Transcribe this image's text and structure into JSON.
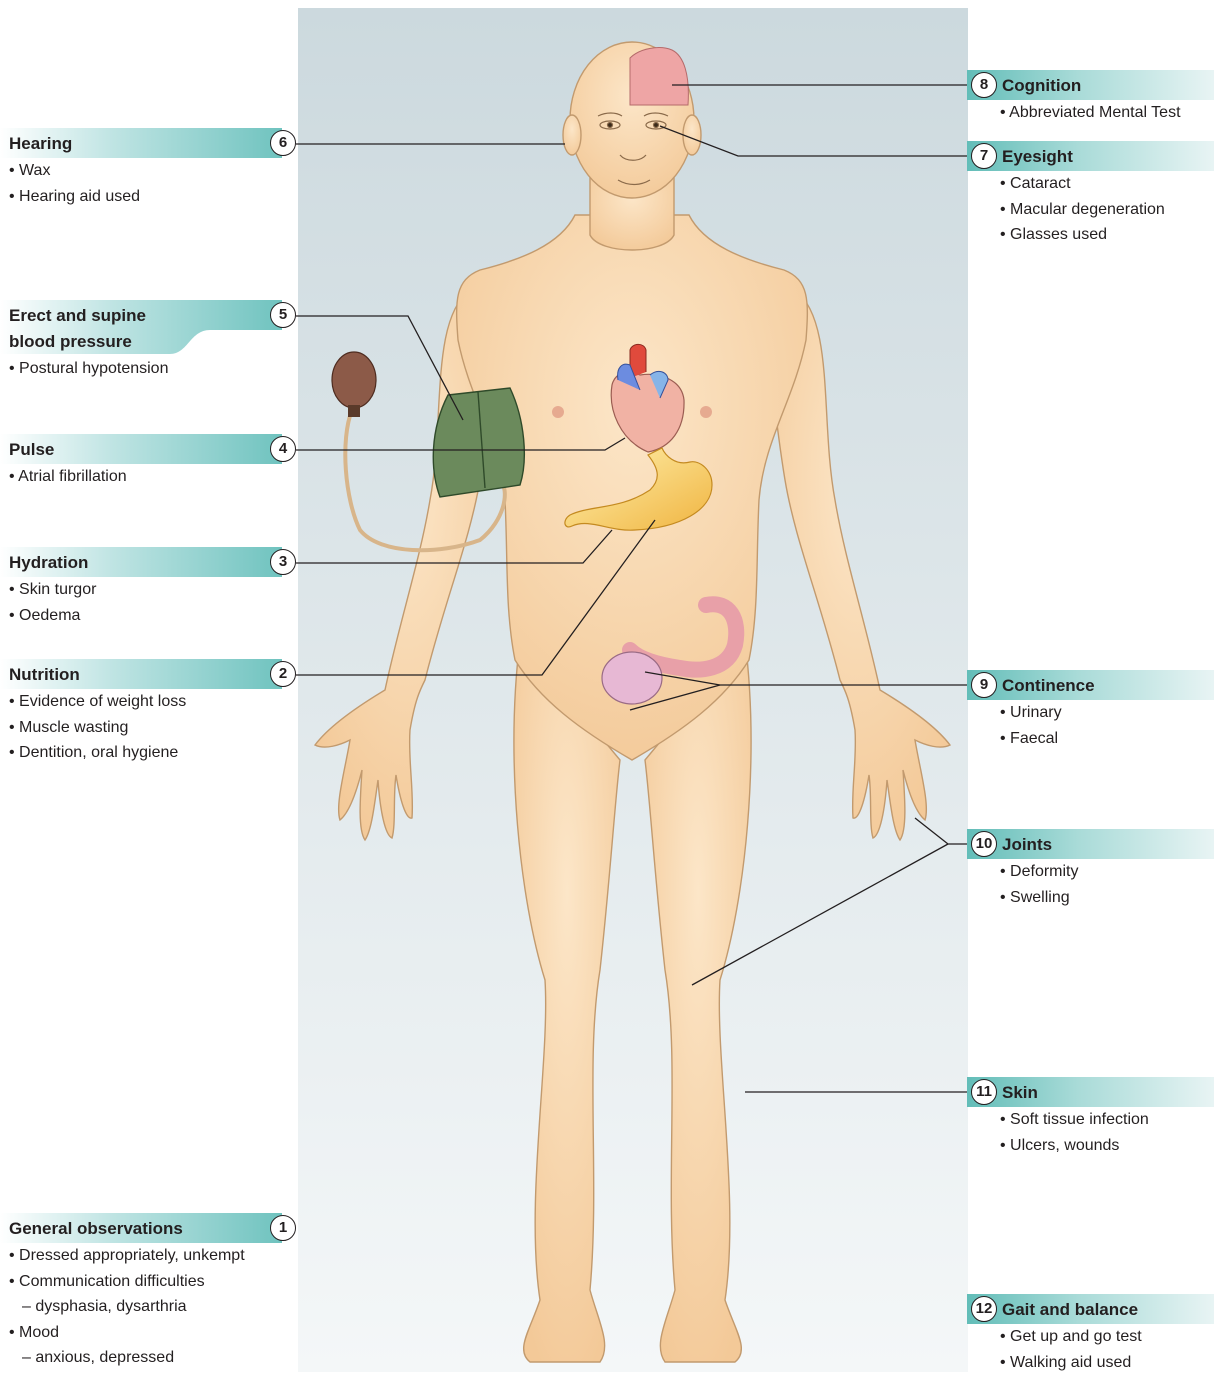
{
  "sections": [
    {
      "id": "hearing",
      "number": "6",
      "title": "Hearing",
      "items": [
        "• Wax",
        "• Hearing aid used"
      ]
    },
    {
      "id": "bp",
      "number": "5",
      "title": "Erect and supine",
      "title2": "blood pressure",
      "items": [
        "• Postural hypotension"
      ]
    },
    {
      "id": "pulse",
      "number": "4",
      "title": "Pulse",
      "items": [
        "• Atrial fibrillation"
      ]
    },
    {
      "id": "hydration",
      "number": "3",
      "title": "Hydration",
      "items": [
        "• Skin turgor",
        "• Oedema"
      ]
    },
    {
      "id": "nutrition",
      "number": "2",
      "title": "Nutrition",
      "items": [
        "• Evidence of weight loss",
        "• Muscle wasting",
        "• Dentition, oral hygiene"
      ]
    },
    {
      "id": "general",
      "number": "1",
      "title": "General observations",
      "items": [
        "• Dressed appropriately, unkempt",
        "• Communication difficulties",
        "– dysphasia, dysarthria",
        "• Mood",
        "– anxious, depressed"
      ]
    },
    {
      "id": "cognition",
      "number": "8",
      "title": "Cognition",
      "items": [
        "• Abbreviated Mental Test"
      ]
    },
    {
      "id": "eyesight",
      "number": "7",
      "title": "Eyesight",
      "items": [
        "• Cataract",
        "• Macular degeneration",
        "• Glasses used"
      ]
    },
    {
      "id": "continence",
      "number": "9",
      "title": "Continence",
      "items": [
        "• Urinary",
        "• Faecal"
      ]
    },
    {
      "id": "joints",
      "number": "10",
      "title": "Joints",
      "items": [
        "• Deformity",
        "• Swelling"
      ]
    },
    {
      "id": "skin",
      "number": "11",
      "title": "Skin",
      "items": [
        "• Soft tissue infection",
        "• Ulcers, wounds"
      ]
    },
    {
      "id": "gait",
      "number": "12",
      "title": "Gait and balance",
      "items": [
        "• Get up and go test",
        "• Walking aid used"
      ]
    }
  ],
  "colors": {
    "teal": "#6fc3bf",
    "skin": "#f8d9b0",
    "skin_outline": "#c9a074",
    "backdrop": "#d4dfe3"
  }
}
